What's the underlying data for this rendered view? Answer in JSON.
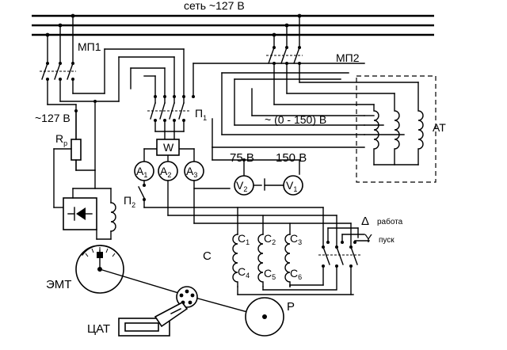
{
  "mains": {
    "label": "сеть ~127 В"
  },
  "switches": {
    "mp1": "МП1",
    "mp2": "МП2",
    "p1": "П",
    "p1_sub": "1",
    "p2": "П",
    "p2_sub": "2"
  },
  "labels": {
    "v127": "~127 В",
    "rp": "R",
    "rp_sub": "р",
    "range": "~ (0 - 150) В",
    "at": "АТ",
    "wattmeter": "W",
    "emt": "ЭМТ",
    "cat": "ЦАТ",
    "r": "Р",
    "c": "С"
  },
  "meters": {
    "a1": {
      "name": "A",
      "sub": "1"
    },
    "a2": {
      "name": "A",
      "sub": "2"
    },
    "a3": {
      "name": "A",
      "sub": "3"
    },
    "v1": {
      "name": "V",
      "sub": "1"
    },
    "v2": {
      "name": "V",
      "sub": "2"
    },
    "v75": "75 В",
    "v150": "150 В"
  },
  "coils": {
    "c1": {
      "name": "C",
      "sub": "1"
    },
    "c2": {
      "name": "C",
      "sub": "2"
    },
    "c3": {
      "name": "C",
      "sub": "3"
    },
    "c4": {
      "name": "C",
      "sub": "4"
    },
    "c5": {
      "name": "C",
      "sub": "5"
    },
    "c6": {
      "name": "C",
      "sub": "6"
    }
  },
  "connection": {
    "delta": "Δ",
    "delta_mode": "работа",
    "star": "Y",
    "star_mode": "пуск"
  }
}
